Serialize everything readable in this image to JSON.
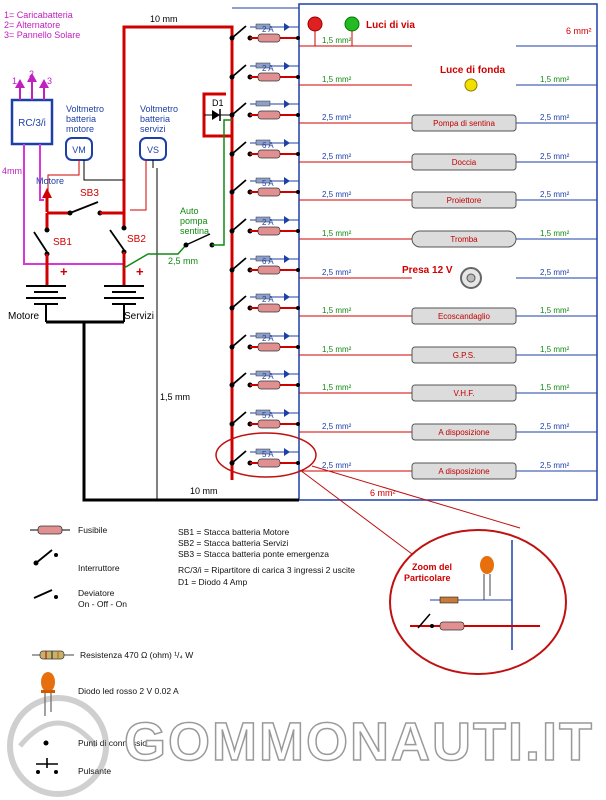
{
  "legend_top": {
    "l1": "1= Caricabatteria",
    "l2": "2= Alternatore",
    "l3": "3= Pannello Solare"
  },
  "top_wire_label": "10 mm",
  "bottom_wire_label": "10 mm",
  "neg_bus_label": "6 mm²",
  "top_right_label": "6 mm²",
  "rc3i_label": "RC/3/i",
  "rc3i_pins": [
    "1",
    "2",
    "3"
  ],
  "left_4mm": "4mm",
  "vm": {
    "caption": "Voltmetro batteria motore",
    "l1": "Voltmetro",
    "l2": "batteria",
    "l3": "motore",
    "code": "VM"
  },
  "vs": {
    "caption": "Voltmetro batteria servizi",
    "l1": "Voltmetro",
    "l2": "batteria",
    "l3": "servizi",
    "code": "VS"
  },
  "motore_arrow": "Motore",
  "sb1": "SB1",
  "sb2": "SB2",
  "sb3": "SB3",
  "plus": "+",
  "batt_motore": "Motore",
  "batt_servizi": "Servizi",
  "auto_pompa": {
    "l1": "Auto",
    "l2": "pompa",
    "l3": "sentina",
    "wire": "2,5 mm"
  },
  "d1": "D1",
  "wire_15_mid": "1,5 mm",
  "zoom_label": {
    "l1": "Zoom del",
    "l2": "Particolare"
  },
  "circuits": [
    {
      "fuse": "2 A",
      "left": "1,5 mm²",
      "right": "",
      "load": "Luci di via"
    },
    {
      "fuse": "2 A",
      "left": "1,5 mm²",
      "right": "1,5 mm²",
      "load": "Luce di fonda"
    },
    {
      "fuse": "",
      "left": "2,5 mm²",
      "right": "2,5 mm²",
      "load": "Pompa di sentina"
    },
    {
      "fuse": "6 A",
      "left": "2,5 mm²",
      "right": "2,5 mm²",
      "load": "Doccia"
    },
    {
      "fuse": "5 A",
      "left": "2,5 mm²",
      "right": "2,5 mm²",
      "load": "Proiettore"
    },
    {
      "fuse": "2 A",
      "left": "1,5 mm²",
      "right": "1,5 mm²",
      "load": "Tromba"
    },
    {
      "fuse": "6 A",
      "left": "2,5 mm²",
      "right": "2,5 mm²",
      "load": "Presa 12 V"
    },
    {
      "fuse": "2 A",
      "left": "1,5 mm²",
      "right": "1,5 mm²",
      "load": "Ecoscandaglio"
    },
    {
      "fuse": "2 A",
      "left": "1,5 mm²",
      "right": "1,5 mm²",
      "load": "G.P.S."
    },
    {
      "fuse": "2 A",
      "left": "1,5 mm²",
      "right": "1,5 mm²",
      "load": "V.H.F."
    },
    {
      "fuse": "5 A",
      "left": "2,5 mm²",
      "right": "2,5 mm²",
      "load": "A disposizione"
    },
    {
      "fuse": "5 A",
      "left": "2,5 mm²",
      "right": "2,5 mm²",
      "load": "A disposizione"
    }
  ],
  "legend": {
    "fusibile": "Fusibile",
    "interruttore": "Interruttore",
    "deviatore1": "Deviatore",
    "deviatore2": "On - Off - On",
    "resistenza": "Resistenza 470 Ω (ohm) ¹/₄ W",
    "diodo_led": "Diodo led rosso 2 V 0.02 A",
    "punti": "Punti di connessione",
    "pulsante": "Pulsante"
  },
  "notes": {
    "sb1": "SB1 = Stacca batteria Motore",
    "sb2": "SB2 = Stacca batteria Servizi",
    "sb3": "SB3 = Stacca batteria ponte emergenza",
    "rc": "RC/3/i = Ripartitore di carica 3 ingressi 2 uscite",
    "d1": "D1 = Diodo 4 Amp"
  },
  "watermark": "GOMMONAUTI.IT"
}
